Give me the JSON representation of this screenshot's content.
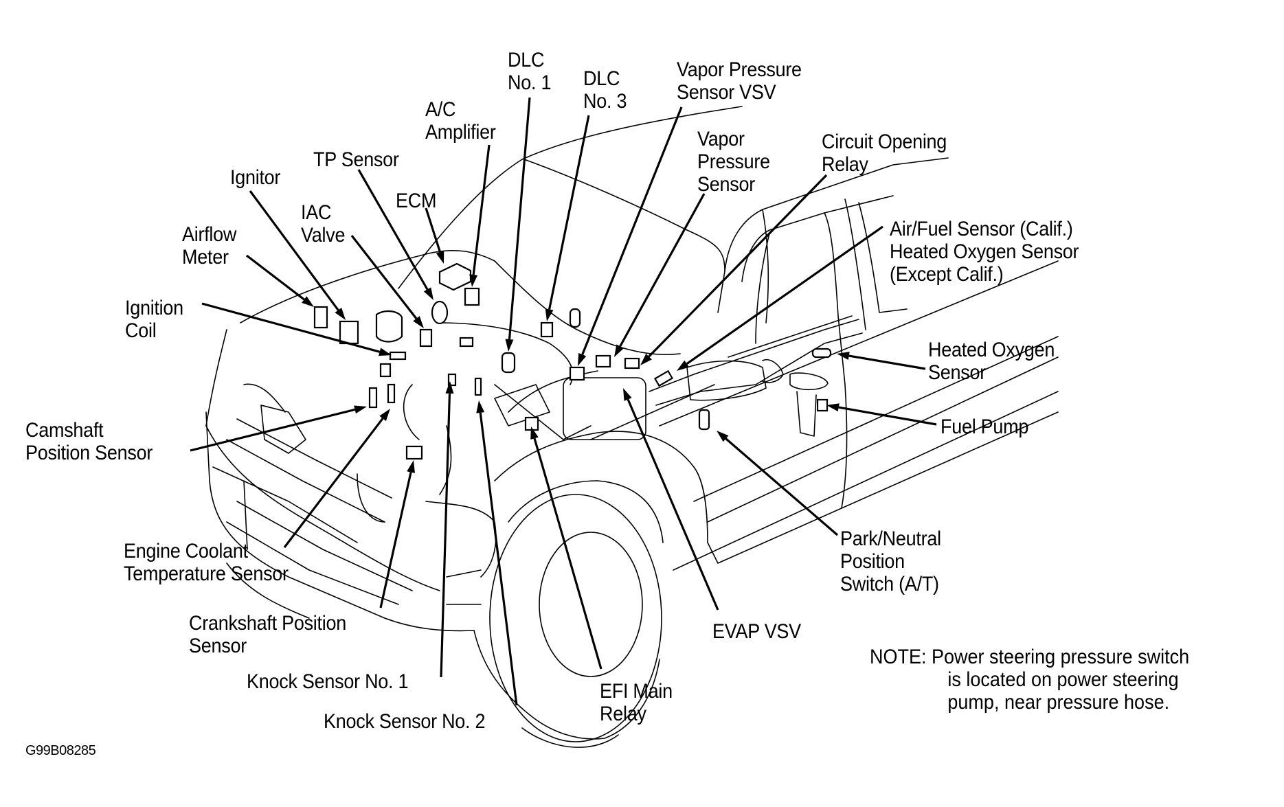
{
  "figure": {
    "code": "G99B08285",
    "subject": "Engine control component locations"
  },
  "labels": [
    {
      "id": "dlc1",
      "lines": [
        "DLC",
        "No. 1"
      ]
    },
    {
      "id": "dlc3",
      "lines": [
        "DLC",
        "No. 3"
      ]
    },
    {
      "id": "ac_amp",
      "lines": [
        "A/C",
        "Amplifier"
      ]
    },
    {
      "id": "tp_sensor",
      "lines": [
        "TP Sensor"
      ]
    },
    {
      "id": "ignitor",
      "lines": [
        "Ignitor"
      ]
    },
    {
      "id": "ecm",
      "lines": [
        "ECM"
      ]
    },
    {
      "id": "iac_valve",
      "lines": [
        "IAC",
        "Valve"
      ]
    },
    {
      "id": "airflow_meter",
      "lines": [
        "Airflow",
        "Meter"
      ]
    },
    {
      "id": "ignition_coil",
      "lines": [
        "Ignition",
        "Coil"
      ]
    },
    {
      "id": "camshaft",
      "lines": [
        "Camshaft",
        "Position Sensor"
      ]
    },
    {
      "id": "coolant",
      "lines": [
        "Engine Coolant",
        "Temperature Sensor"
      ]
    },
    {
      "id": "crankshaft",
      "lines": [
        "Crankshaft Position",
        "Sensor"
      ]
    },
    {
      "id": "knock1",
      "lines": [
        "Knock Sensor No. 1"
      ]
    },
    {
      "id": "knock2",
      "lines": [
        "Knock Sensor No. 2"
      ]
    },
    {
      "id": "efi_relay",
      "lines": [
        "EFI Main",
        "Relay"
      ]
    },
    {
      "id": "evap_vsv",
      "lines": [
        "EVAP VSV"
      ]
    },
    {
      "id": "park_neutral",
      "lines": [
        "Park/Neutral",
        "Position",
        "Switch (A/T)"
      ]
    },
    {
      "id": "fuel_pump",
      "lines": [
        "Fuel Pump"
      ]
    },
    {
      "id": "heated_o2",
      "lines": [
        "Heated Oxygen",
        "Sensor"
      ]
    },
    {
      "id": "air_fuel",
      "lines": [
        "Air/Fuel Sensor (Calif.)",
        "Heated Oxygen Sensor",
        "(Except Calif.)"
      ]
    },
    {
      "id": "circuit_relay",
      "lines": [
        "Circuit Opening",
        "Relay"
      ]
    },
    {
      "id": "vp_sensor",
      "lines": [
        "Vapor",
        "Pressure",
        "Sensor"
      ]
    },
    {
      "id": "vp_vsv",
      "lines": [
        "Vapor Pressure",
        "Sensor VSV"
      ]
    }
  ],
  "note": {
    "prefix": "NOTE:",
    "lines": [
      "Power steering pressure switch",
      "is located on power steering",
      "pump, near pressure hose."
    ]
  }
}
